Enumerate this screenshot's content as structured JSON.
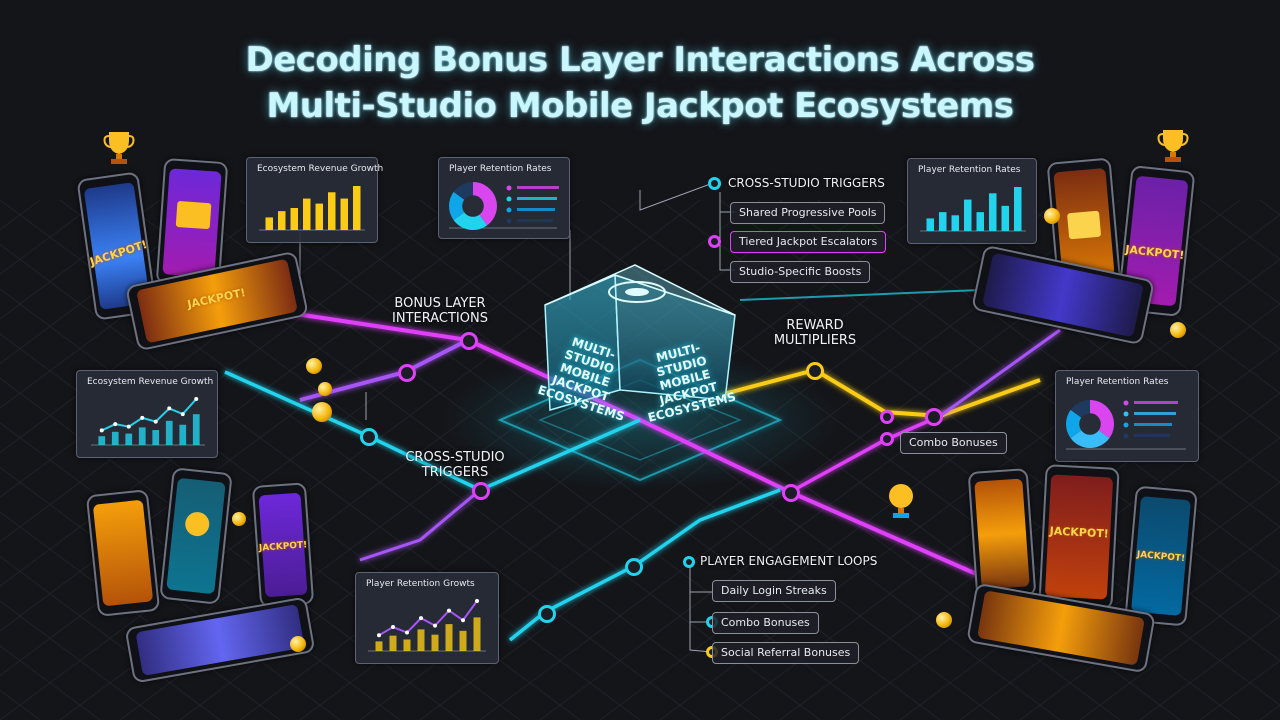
{
  "title": {
    "line1": "Decoding Bonus Layer Interactions Across",
    "line2": "Multi-Studio Mobile Jackpot Ecosystems"
  },
  "cube": {
    "front_text": "MULTI-STUDIO MOBILE JACKPOT ECOSYSTEMS",
    "side_text": "MULTI-STUDIO MOBILE JACKPOT ECOSYSTEMS"
  },
  "labels": {
    "bonus_layer": "BONUS LAYER INTERACTIONS",
    "cross_studio": "CROSS-STUDIO TRIGGERS",
    "reward_multipliers": "REWARD MULTIPLIERS"
  },
  "cross_studio_triggers": {
    "heading": "CROSS-STUDIO TRIGGERS",
    "items": [
      "Shared Progressive Pools",
      "Tiered Jackpot Escalators",
      "Studio-Specific Boosts"
    ]
  },
  "engagement_loops": {
    "heading": "PLAYER ENGAGEMENT LOOPS",
    "items": [
      "Daily Login Streaks",
      "Combo Bonuses",
      "Social Referral Bonuses"
    ]
  },
  "combo_bonuses": "Combo Bonuses",
  "phone_texts": {
    "jackpot": "JACKPOT!",
    "jackpot_banner": "JACKPOT!"
  },
  "colors": {
    "magenta": "#e040fb",
    "cyan": "#22d3ee",
    "yellow": "#facc15",
    "purple": "#a855f7",
    "background": "#141519"
  },
  "chart_data": [
    {
      "type": "bar",
      "title": "Ecosystem Revenue Growth",
      "values": [
        2,
        3,
        3.5,
        5,
        4.2,
        6,
        5,
        7
      ],
      "colors": [
        "#facc15"
      ]
    },
    {
      "type": "pie",
      "title": "Player Retention Rates",
      "values": [
        40,
        25,
        20,
        15
      ],
      "colors": [
        "#d946ef",
        "#22d3ee",
        "#0ea5e9",
        "#1e3a5f"
      ]
    },
    {
      "type": "bar",
      "title": "Player Retention Rates",
      "values": [
        2,
        3,
        2.5,
        5,
        3,
        6,
        4,
        7
      ],
      "colors": [
        "#22d3ee"
      ]
    },
    {
      "type": "line",
      "title": "Ecosystem Revenue Growth",
      "values": [
        2,
        3,
        2.6,
        4,
        3.4,
        5.5,
        4.6,
        7
      ],
      "colors": [
        "#22d3ee"
      ]
    },
    {
      "type": "pie",
      "title": "Player Retention Rates",
      "values": [
        35,
        30,
        20,
        15
      ],
      "colors": [
        "#d946ef",
        "#38bdf8",
        "#0ea5e9",
        "#1e3a5f"
      ]
    },
    {
      "type": "line",
      "title": "Player Retention Growts",
      "values": [
        2,
        3.2,
        2.4,
        4.5,
        3.4,
        5.6,
        4.2,
        7
      ],
      "colors": [
        "#facc15",
        "#a855f7"
      ]
    }
  ]
}
